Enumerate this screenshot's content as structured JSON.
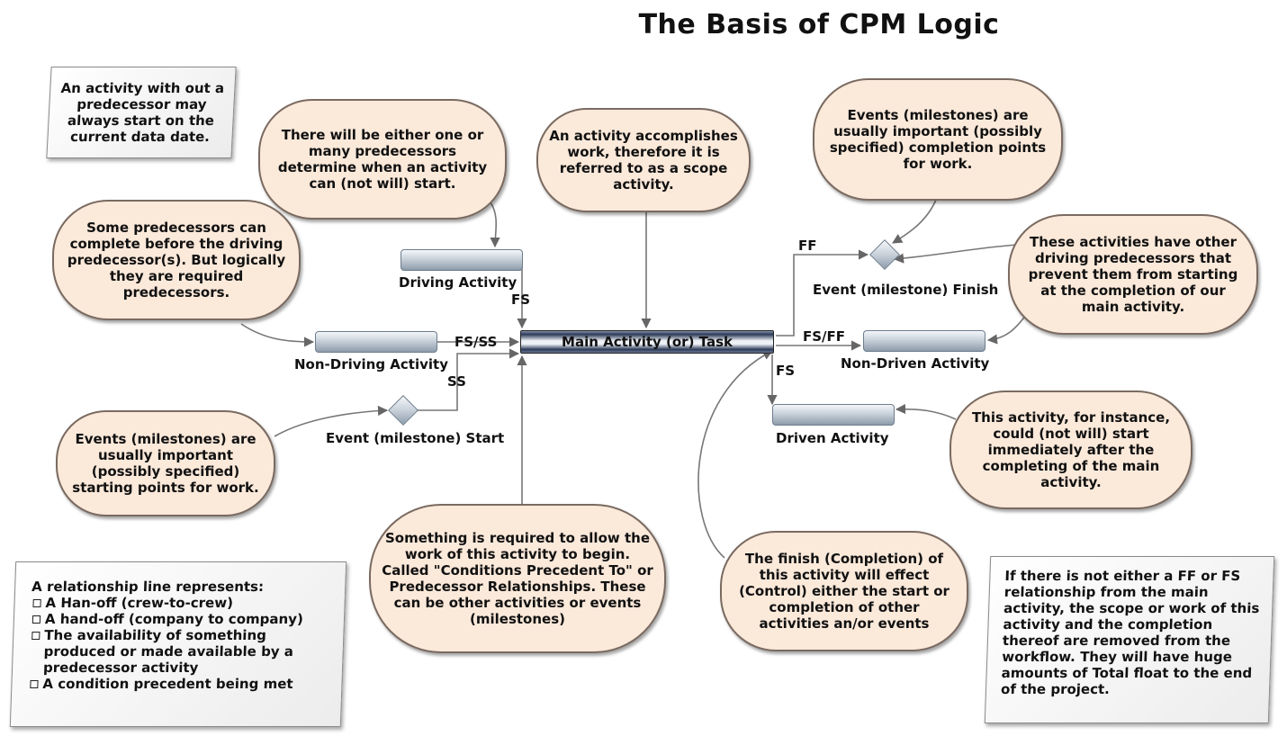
{
  "title": "The Basis of CPM Logic",
  "notes": {
    "top_left": "An activity with out a predecessor may always start on the current data date.",
    "relationship_heading": "A relationship line represents:",
    "relationship_items": [
      "A Han-off (crew-to-crew)",
      "A hand-off (company to company)",
      "The availability of something produced or made available by a predecessor activity",
      "A condition precedent being met"
    ],
    "bottom_right": "If there is not either a FF or FS relationship from the main activity, the scope or work of this activity and the completion thereof are removed from the workflow.  They will have huge amounts of Total float to the end of the project."
  },
  "callouts": {
    "predecessors": "There will be either one or many predecessors determine when an activity can (not will) start.",
    "scope": "An activity accomplishes work, therefore it is referred to as a scope activity.",
    "events_finish": "Events (milestones) are usually important (possibly specified) completion points for work.",
    "non_driving": "Some predecessors can complete before the driving predecessor(s). But logically they are required predecessors.",
    "other_drivers": "These activities have other driving predecessors that prevent them from starting at the completion of our main activity.",
    "driven": "This activity, for instance, could (not will) start immediately after the completing of the main activity.",
    "events_start": "Events (milestones) are usually important (possibly specified) starting points for work.",
    "conditions": "Something is required to allow the work of this activity to begin. Called \"Conditions Precedent To\" or Predecessor Relationships. These can be other activities or events (milestones)",
    "finish_effect": "The finish (Completion) of this activity will effect (Control) either the start or completion of other activities an/or events"
  },
  "activities": {
    "main": "Main Activity (or) Task",
    "driving": "Driving Activity",
    "non_driving": "Non-Driving Activity",
    "event_start": "Event (milestone) Start",
    "event_finish": "Event (milestone) Finish",
    "non_driven": "Non-Driven Activity",
    "driven": "Driven Activity"
  },
  "relationships": {
    "ff": "FF",
    "fs_ff": "FS/FF",
    "fs_driven": "FS",
    "fs_driving": "FS",
    "fs_ss": "FS/SS",
    "ss": "SS"
  }
}
